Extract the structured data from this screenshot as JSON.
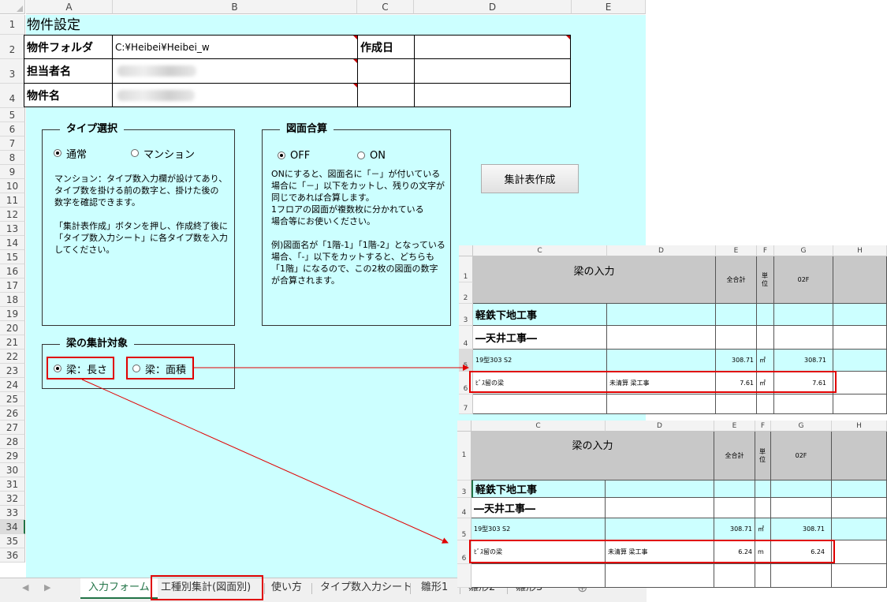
{
  "columns": [
    "A",
    "B",
    "C",
    "D",
    "E"
  ],
  "rows": [
    "1",
    "2",
    "3",
    "4",
    "5",
    "6",
    "7",
    "8",
    "9",
    "10",
    "11",
    "12",
    "13",
    "14",
    "15",
    "16",
    "17",
    "18",
    "19",
    "20",
    "21",
    "22",
    "23",
    "24",
    "25",
    "26",
    "27",
    "28",
    "29",
    "30",
    "31",
    "32",
    "33",
    "34",
    "35",
    "36"
  ],
  "form": {
    "title": "物件設定",
    "folder_label": "物件フォルダ",
    "folder_value": "C:¥Heibei¥Heibei_w",
    "created_label": "作成日",
    "person_label": "担当者名",
    "property_label": "物件名"
  },
  "type_group": {
    "title": "タイプ選択",
    "opt_normal": "通常",
    "opt_mansion": "マンション",
    "desc": "マンション：タイプ数入力欄が設けてあり、\nタイプ数を掛ける前の数字と、掛けた後の\n数字を確認できます。\n\n「集計表作成」ボタンを押し、作成終了後に\n「タイプ数入力シート」に各タイプ数を入力\nしてください。"
  },
  "drawing_group": {
    "title": "図面合算",
    "opt_off": "OFF",
    "opt_on": "ON",
    "desc": "ONにすると、図面名に「－」が付いている\n場合に「－」以下をカットし、残りの文字が\n同じであれば合算します。\n1フロアの図面が複数枚に分かれている\n場合等にお使いください。\n\n例)図面名が「1階-1」「1階-2」となっている\n場合、「-」以下をカットすると、どちらも\n「1階」になるので、この2枚の図面の数字\nが合算されます。"
  },
  "beam_group": {
    "title": "梁の集計対象",
    "opt_length": "梁：長さ",
    "opt_area": "梁：面積"
  },
  "button": {
    "label": "集計表作成"
  },
  "tabs": [
    "入力フォーム",
    "工種別集計(図面別)",
    "使い方",
    "タイプ数入力シート",
    "雛形1",
    "雛形2",
    "雛形3"
  ],
  "tab_add": "⊕",
  "tab_nav": [
    "◀",
    "▶"
  ],
  "panel1": {
    "cols": [
      "C",
      "D",
      "E",
      "F",
      "G",
      "H"
    ],
    "rows": [
      "1",
      "2",
      "3",
      "4",
      "5",
      "6",
      "7"
    ],
    "header": "梁の入力",
    "total": "全合計",
    "unit": "単位",
    "floor": "02F",
    "section": "軽鉄下地工事",
    "subsection": "―天井工事―",
    "item1": {
      "name": "19型303 S2",
      "total": "308.71",
      "unit": "㎡",
      "floor": "308.71"
    },
    "item2": {
      "name": "ﾋﾞｽ留の梁",
      "note": "未清算 梁工事",
      "total": "7.61",
      "unit": "㎡",
      "floor": "7.61"
    }
  },
  "panel2": {
    "cols": [
      "C",
      "D",
      "E",
      "F",
      "G",
      "H"
    ],
    "rows": [
      "1",
      "3",
      "4",
      "5",
      "6"
    ],
    "header": "梁の入力",
    "total": "全合計",
    "unit": "単位",
    "floor": "02F",
    "section": "軽鉄下地工事",
    "subsection": "―天井工事―",
    "item1": {
      "name": "19型303 S2",
      "total": "308.71",
      "unit": "㎡",
      "floor": "308.71"
    },
    "item2": {
      "name": "ﾋﾞｽ留の梁",
      "note": "未清算 梁工事",
      "total": "6.24",
      "unit": "m",
      "floor": "6.24"
    }
  }
}
